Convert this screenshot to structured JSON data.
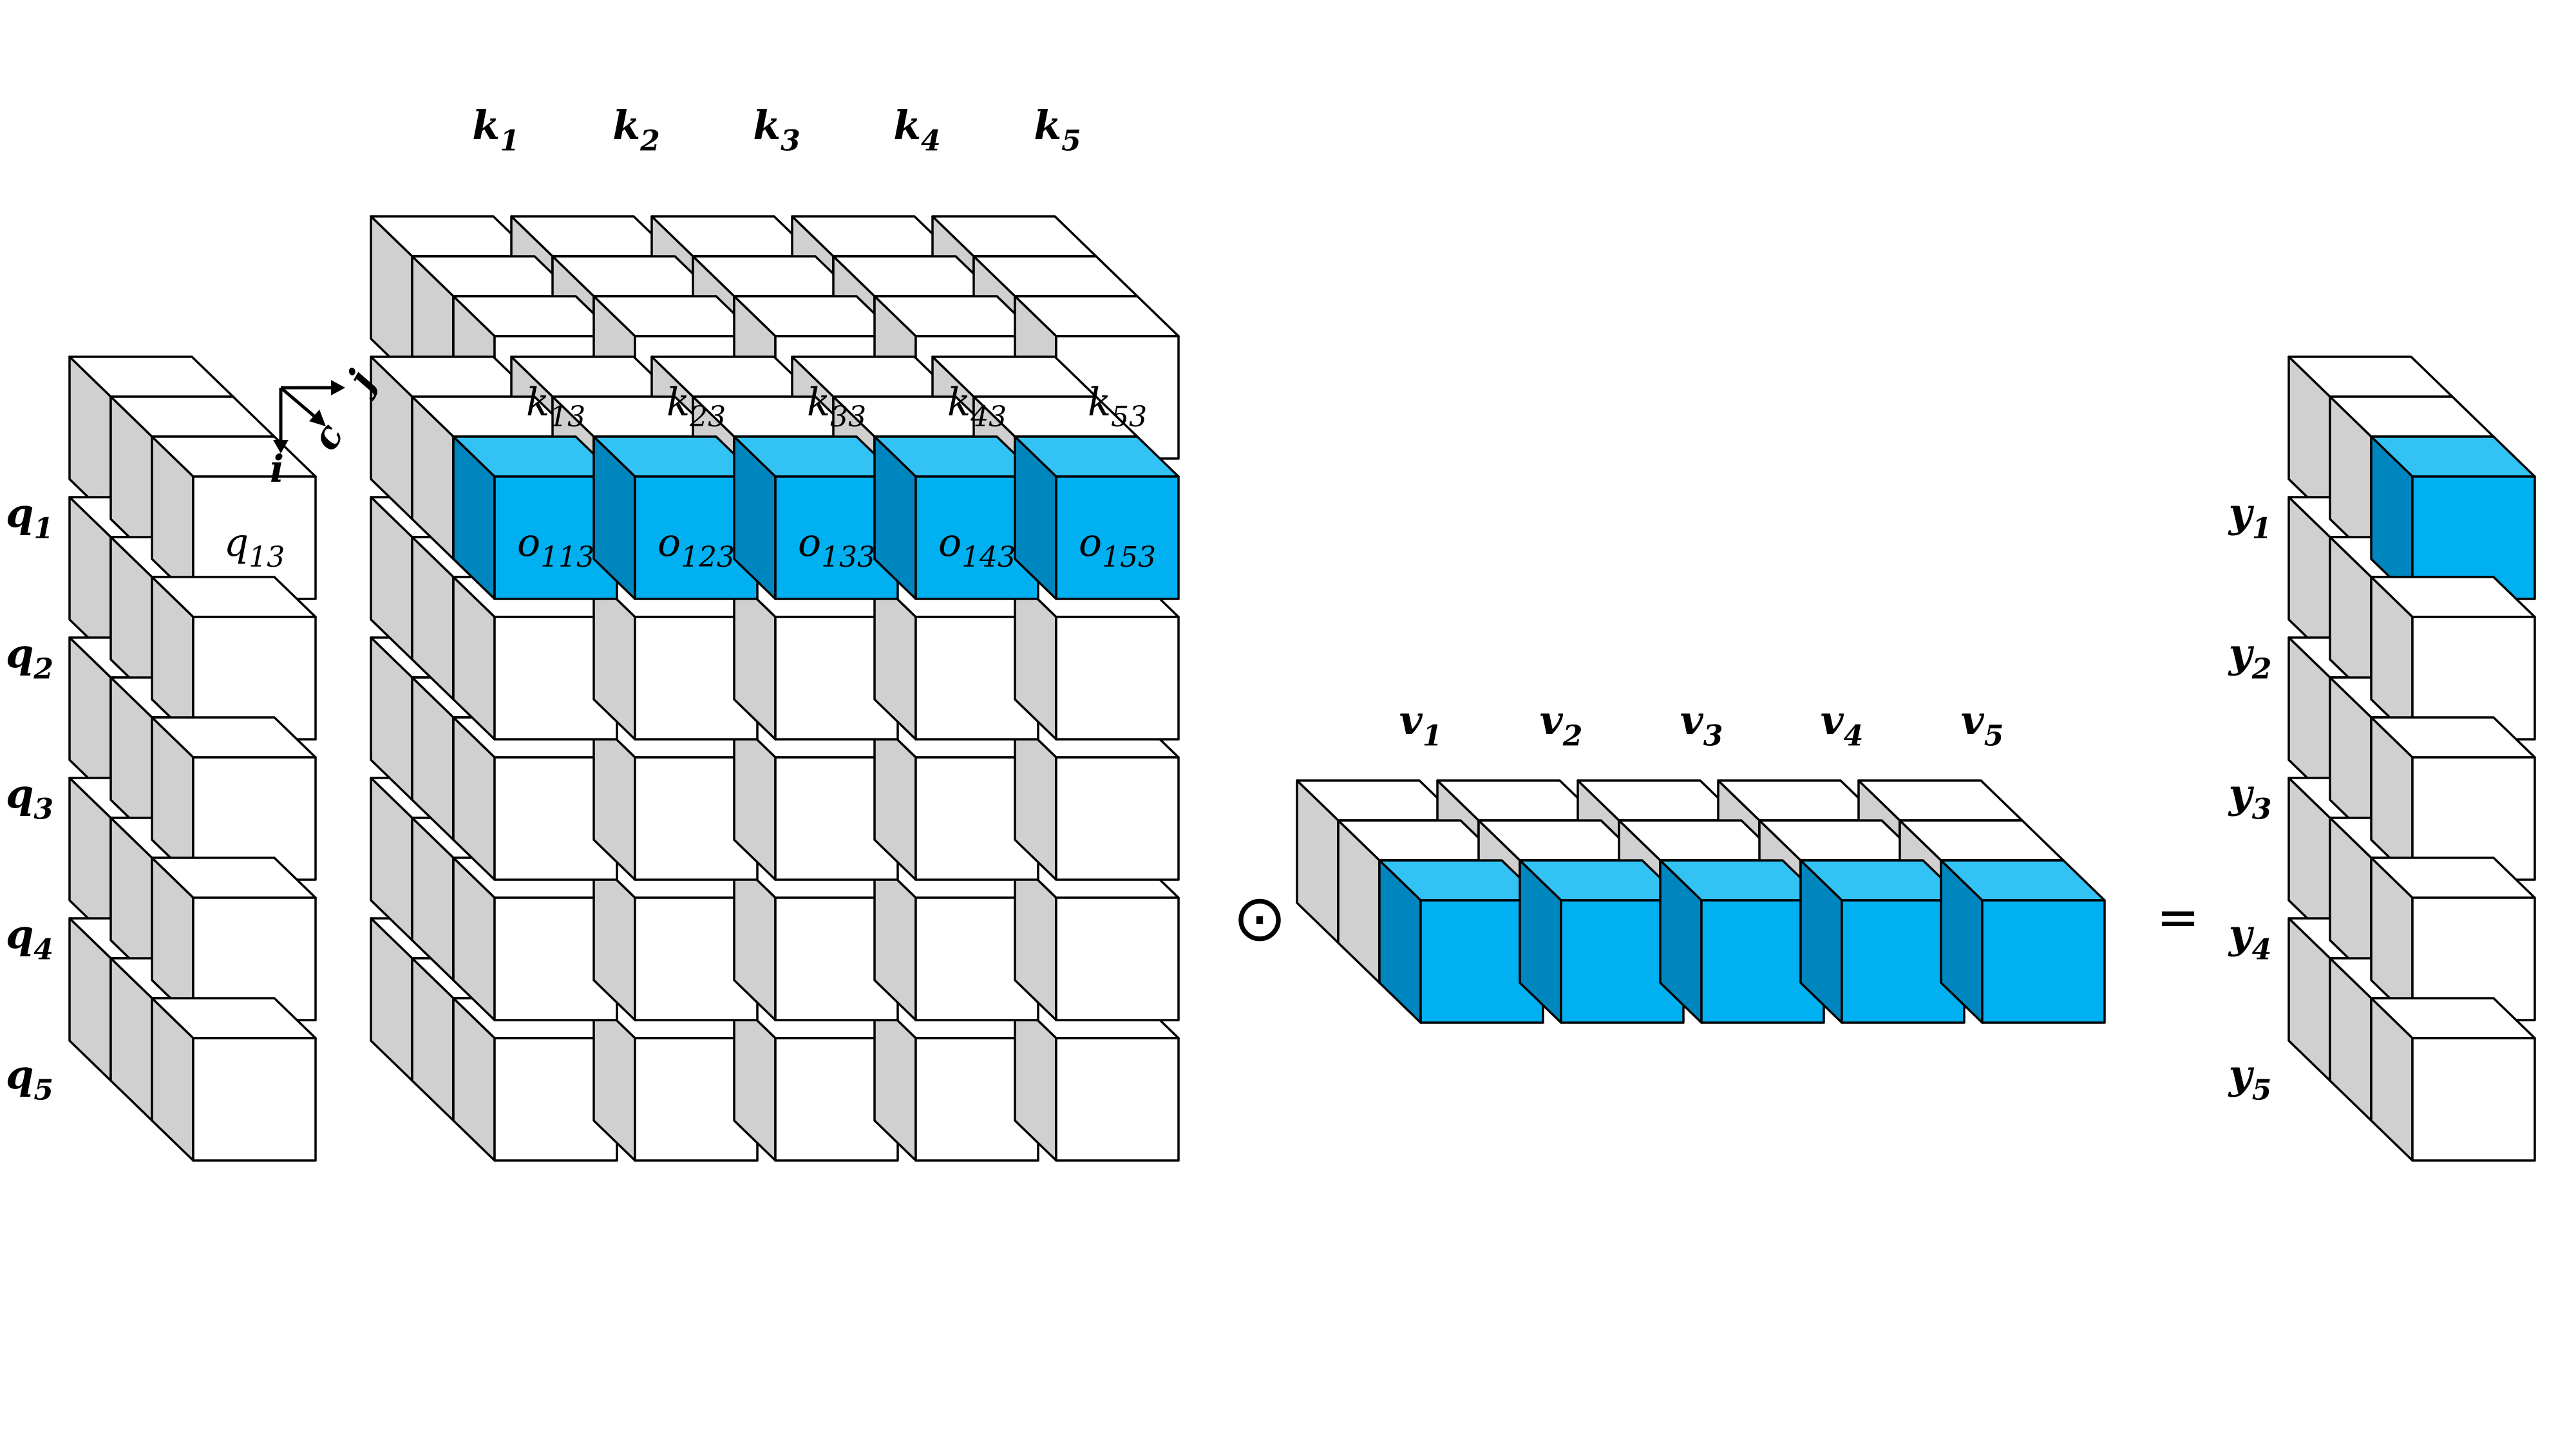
{
  "colors": {
    "cube_face": "#ffffff",
    "cube_side": "#d0d0d0",
    "highlight_face": "#00b0f0",
    "highlight_top": "#33c2f4",
    "highlight_side": "#0086be",
    "stroke": "#000000"
  },
  "axes": {
    "i": "i",
    "j": "j",
    "c": "c"
  },
  "k_tensor": {
    "headers": [
      {
        "base": "k",
        "sub": "1"
      },
      {
        "base": "k",
        "sub": "2"
      },
      {
        "base": "k",
        "sub": "3"
      },
      {
        "base": "k",
        "sub": "4"
      },
      {
        "base": "k",
        "sub": "5"
      }
    ],
    "front_labels": [
      {
        "base": "k",
        "sub": "13"
      },
      {
        "base": "k",
        "sub": "23"
      },
      {
        "base": "k",
        "sub": "33"
      },
      {
        "base": "k",
        "sub": "43"
      },
      {
        "base": "k",
        "sub": "53"
      }
    ]
  },
  "q_tensor": {
    "row_labels": [
      {
        "base": "q",
        "sub": "1"
      },
      {
        "base": "q",
        "sub": "2"
      },
      {
        "base": "q",
        "sub": "3"
      },
      {
        "base": "q",
        "sub": "4"
      },
      {
        "base": "q",
        "sub": "5"
      }
    ],
    "front_label": {
      "base": "q",
      "sub": "13"
    }
  },
  "o_tensor": {
    "highlight_labels": [
      {
        "base": "o",
        "sub": "113"
      },
      {
        "base": "o",
        "sub": "123"
      },
      {
        "base": "o",
        "sub": "133"
      },
      {
        "base": "o",
        "sub": "143"
      },
      {
        "base": "o",
        "sub": "153"
      }
    ]
  },
  "operator": "⊙",
  "v_tensor": {
    "headers": [
      {
        "base": "v",
        "sub": "1"
      },
      {
        "base": "v",
        "sub": "2"
      },
      {
        "base": "v",
        "sub": "3"
      },
      {
        "base": "v",
        "sub": "4"
      },
      {
        "base": "v",
        "sub": "5"
      }
    ]
  },
  "equals": "=",
  "y_tensor": {
    "row_labels": [
      {
        "base": "y",
        "sub": "1"
      },
      {
        "base": "y",
        "sub": "2"
      },
      {
        "base": "y",
        "sub": "3"
      },
      {
        "base": "y",
        "sub": "4"
      },
      {
        "base": "y",
        "sub": "5"
      }
    ]
  }
}
